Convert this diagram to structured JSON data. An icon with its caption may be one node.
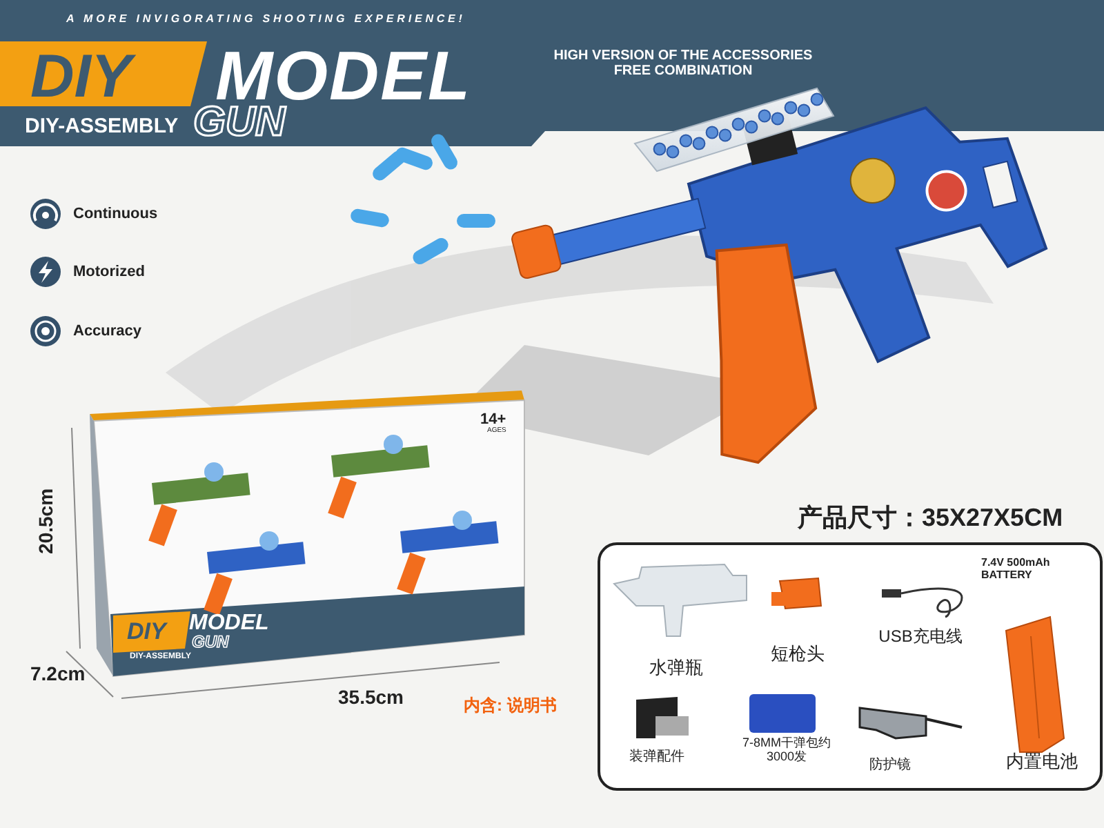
{
  "diagram": {
    "title": "A MORE INVIGORATING SHOOTING EXPERIENCE!",
    "nodes": [
      {
        "text": [
          "水弹瓶",
          "短枪头",
          "USB充电线",
          "7.4V 500mAh BATTERY",
          "装弹配件",
          "7-8MM干弹包约3000发",
          "防护镜",
          "内置电池"
        ]
      }
    ],
    "labels": [
      "DIY",
      "MODEL",
      "GUN",
      "DIY-ASSEMBLY",
      "HIGH VERSION OF THE ACCESSORIES FREE COMBINATION",
      "Continuous",
      "Motorized",
      "Accuracy",
      "14+",
      "AGES",
      "DIY",
      "MODEL",
      "GUN",
      "DIY-ASSEMBLY",
      "20.5cm",
      "7.2cm",
      "35.5cm",
      "内含: 说明书",
      "产品尺寸：35X27X5CM"
    ]
  }
}
